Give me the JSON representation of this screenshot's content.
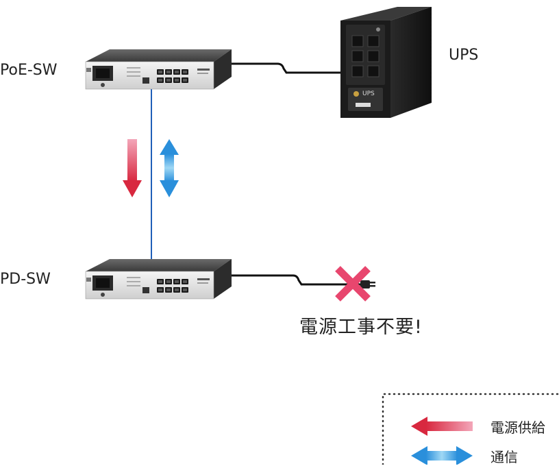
{
  "diagram": {
    "nodes": {
      "poe_sw": "PoE-SW",
      "pd_sw": "PD-SW",
      "ups": "UPS"
    },
    "ups_panel_label": "UPS",
    "no_power_work_note": "電源工事不要!",
    "legend": {
      "power_supply_label": "電源供給",
      "communication_label": "通信"
    },
    "colors": {
      "power_arrow": "#e23a52",
      "comm_arrow": "#1e8fd6",
      "link_line": "#1f5fb8",
      "cross": "#e8466e"
    }
  }
}
